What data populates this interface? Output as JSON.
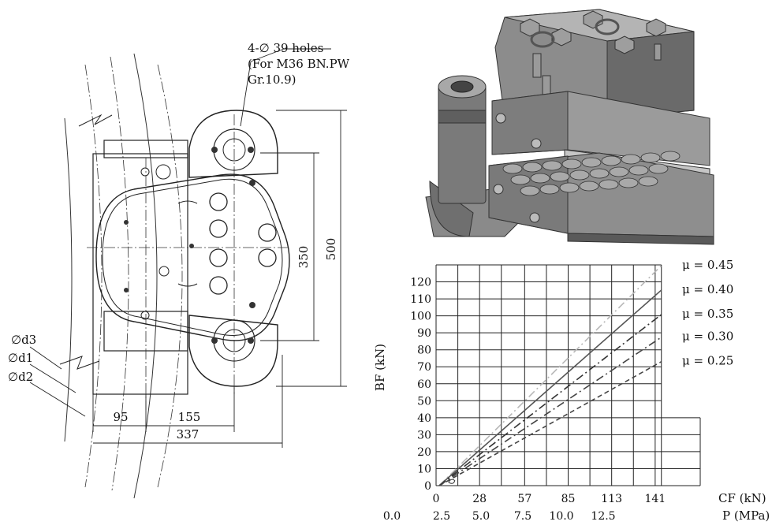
{
  "drawing": {
    "hole_note_line1": "4-∅ 39 holes",
    "hole_note_line2": "(For M36 BN.PW",
    "hole_note_line3": "Gr.10.9)",
    "dim_350": "350",
    "dim_500": "500",
    "dim_95": "95",
    "dim_155": "155",
    "dim_337": "337",
    "label_d3": "∅d3",
    "label_d1": "∅d1",
    "label_d2": "∅d2"
  },
  "chart_data": {
    "type": "line",
    "ylabel": "BF (kN)",
    "xlabel": "CF (kN)",
    "x2label": "P (MPa)",
    "x": [
      0,
      28,
      57,
      85,
      113,
      141
    ],
    "x_ticks": [
      "0",
      "28",
      "57",
      "85",
      "113",
      "141"
    ],
    "x2_ticks": [
      "0.0",
      "2.5",
      "5.0",
      "7.5",
      "10.0",
      "12.5"
    ],
    "y_ticks": [
      "0",
      "10",
      "20",
      "30",
      "40",
      "50",
      "60",
      "70",
      "80",
      "90",
      "100",
      "110",
      "120"
    ],
    "ylim": [
      0,
      130
    ],
    "xlim": [
      0,
      170
    ],
    "grid": true,
    "series": [
      {
        "name": "μ = 0.45",
        "mu": 0.45,
        "style": "dash-dot",
        "color": "#b8b8b8",
        "points": [
          [
            0,
            0
          ],
          [
            141,
            126
          ]
        ]
      },
      {
        "name": "μ = 0.40",
        "mu": 0.4,
        "style": "solid",
        "color": "#555555",
        "points": [
          [
            0,
            0
          ],
          [
            141,
            112
          ]
        ]
      },
      {
        "name": "μ = 0.35",
        "mu": 0.35,
        "style": "dash-dot",
        "color": "#333333",
        "points": [
          [
            0,
            0
          ],
          [
            141,
            98
          ]
        ]
      },
      {
        "name": "μ = 0.30",
        "mu": 0.3,
        "style": "dash-dot",
        "color": "#444444",
        "points": [
          [
            0,
            0
          ],
          [
            141,
            85
          ]
        ]
      },
      {
        "name": "μ = 0.25",
        "mu": 0.25,
        "style": "dashed",
        "color": "#444444",
        "points": [
          [
            0,
            0
          ],
          [
            141,
            71
          ]
        ]
      }
    ]
  }
}
